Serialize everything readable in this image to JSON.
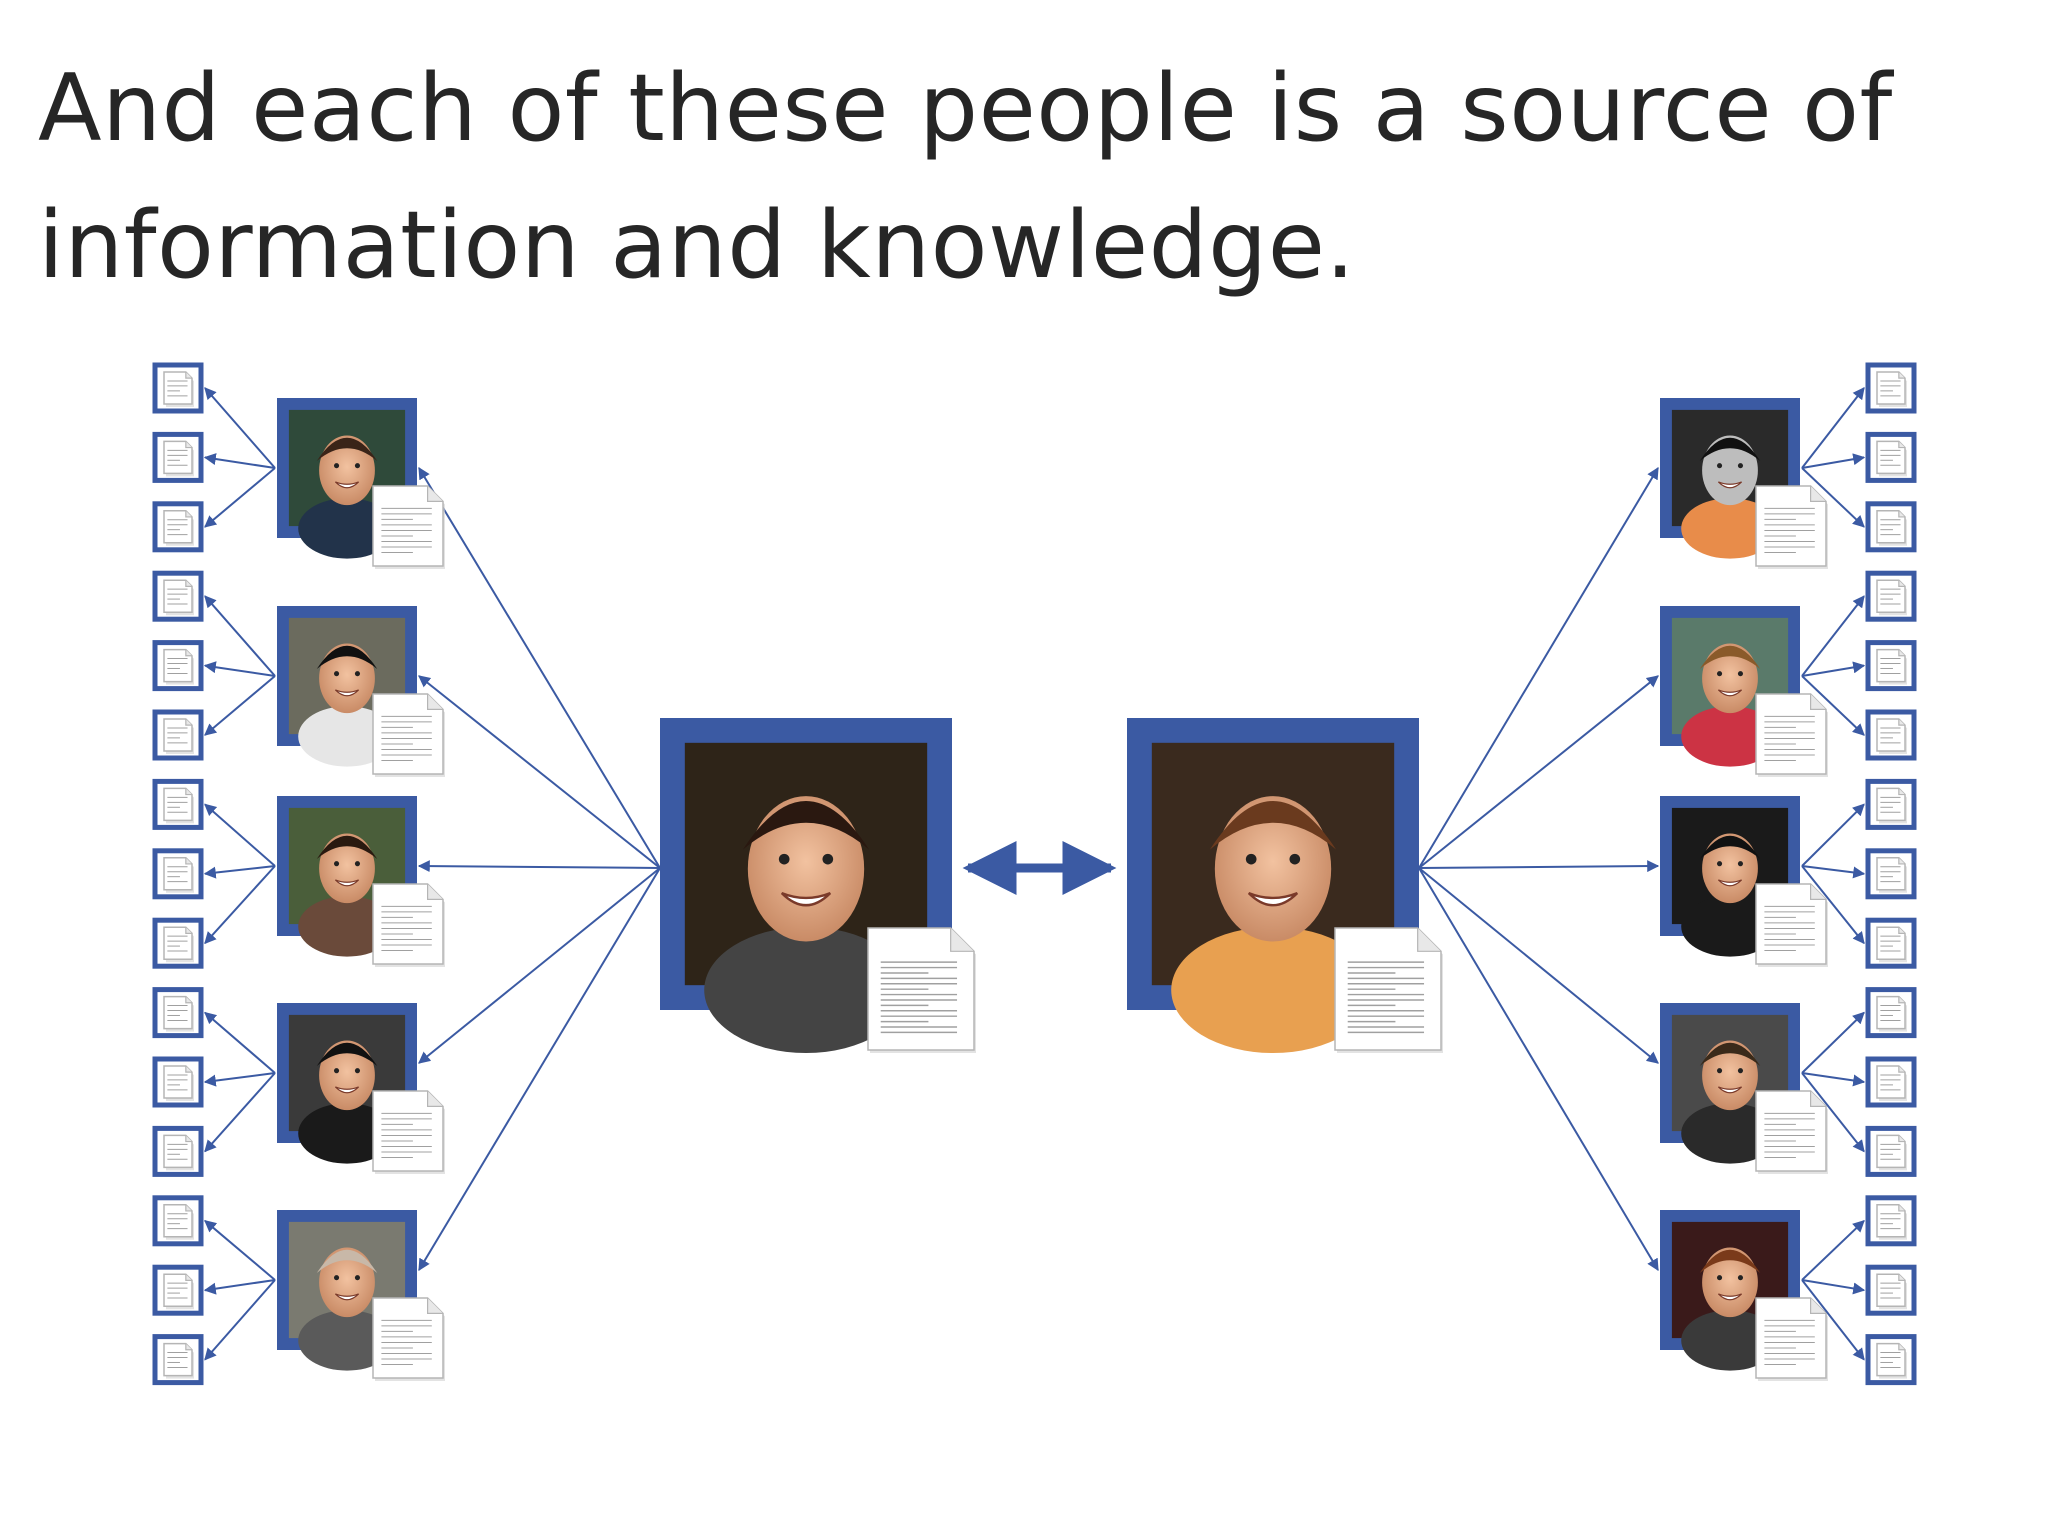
{
  "slide": {
    "title": "And each of these people is a source of information and knowledge."
  },
  "colors": {
    "frame": "#3b5aa3",
    "connector": "#3b5aa3",
    "document_face": "#ffffff",
    "document_lines": "#a0a0a0",
    "background": "#ffffff"
  },
  "diagram": {
    "central_people": [
      {
        "id": "center-left",
        "photo": "smiling-man-dark-hair-photo",
        "has_document": true
      },
      {
        "id": "center-right",
        "photo": "smiling-man-plaid-shirt-photo",
        "has_document": true
      }
    ],
    "center_link": "bidirectional-arrow",
    "left_contacts": [
      {
        "photo": "man-smiling-green-light-photo",
        "has_document": true,
        "document_count": 3
      },
      {
        "photo": "man-sunglasses-chalkboard-photo",
        "has_document": true,
        "document_count": 3
      },
      {
        "photo": "woman-headscarf-sunglasses-photo",
        "has_document": true,
        "document_count": 3
      },
      {
        "photo": "man-dark-shirt-indoor-photo",
        "has_document": true,
        "document_count": 3
      },
      {
        "photo": "bald-man-blurry-photo",
        "has_document": true,
        "document_count": 3
      }
    ],
    "right_contacts": [
      {
        "photo": "man-black-and-white-photo",
        "has_document": true,
        "document_count": 3
      },
      {
        "photo": "woman-red-top-stadium-photo",
        "has_document": true,
        "document_count": 3
      },
      {
        "photo": "man-dark-hair-portrait-photo",
        "has_document": true,
        "document_count": 3
      },
      {
        "photo": "woman-glasses-portrait-photo",
        "has_document": true,
        "document_count": 3
      },
      {
        "photo": "woman-devil-horns-photo",
        "has_document": true,
        "document_count": 3
      }
    ],
    "icons": {
      "document": "document-icon",
      "arrow": "arrow-icon"
    }
  }
}
